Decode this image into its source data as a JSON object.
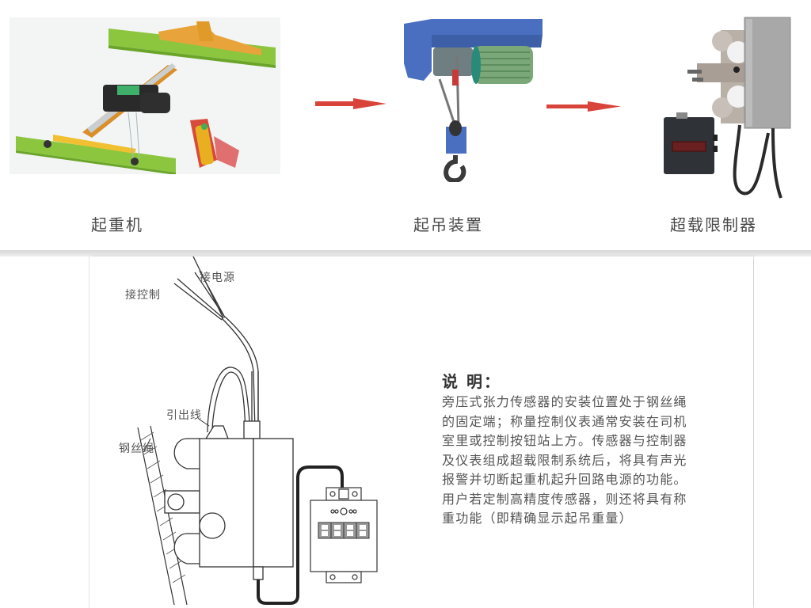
{
  "top_row": {
    "items": [
      {
        "caption": "起重机",
        "image": "crane-illustration"
      },
      {
        "caption": "起吊装置",
        "image": "electric-hoist-illustration"
      },
      {
        "caption": "超载限制器",
        "image": "overload-limiter-photo"
      }
    ],
    "arrow_color": "#d9443a"
  },
  "diagram": {
    "labels": {
      "power": "接电源",
      "control": "接控制",
      "lead_wire": "引出线",
      "wire_rope": "钢丝绳"
    }
  },
  "description": {
    "title": "说 明：",
    "lines": [
      "旁压式张力传感器的安装位置处于钢丝绳",
      "的固定端；称量控制仪表通常安装在司机",
      "室里或控制按钮站上方。传感器与控制器",
      "及仪表组成超载限制系统后，将具有声光",
      "报警并切断起重机起升回路电源的功能。",
      "用户若定制高精度传感器，则还将具有称",
      "重功能（即精确显示起吊重量）"
    ]
  },
  "colors": {
    "rail_green": "#8cc63f",
    "beam_orange": "#e8a43a",
    "hoist_blue": "#4a6fc0",
    "motor_green": "#7aa878",
    "limiter_gray": "#a8a8a8"
  }
}
